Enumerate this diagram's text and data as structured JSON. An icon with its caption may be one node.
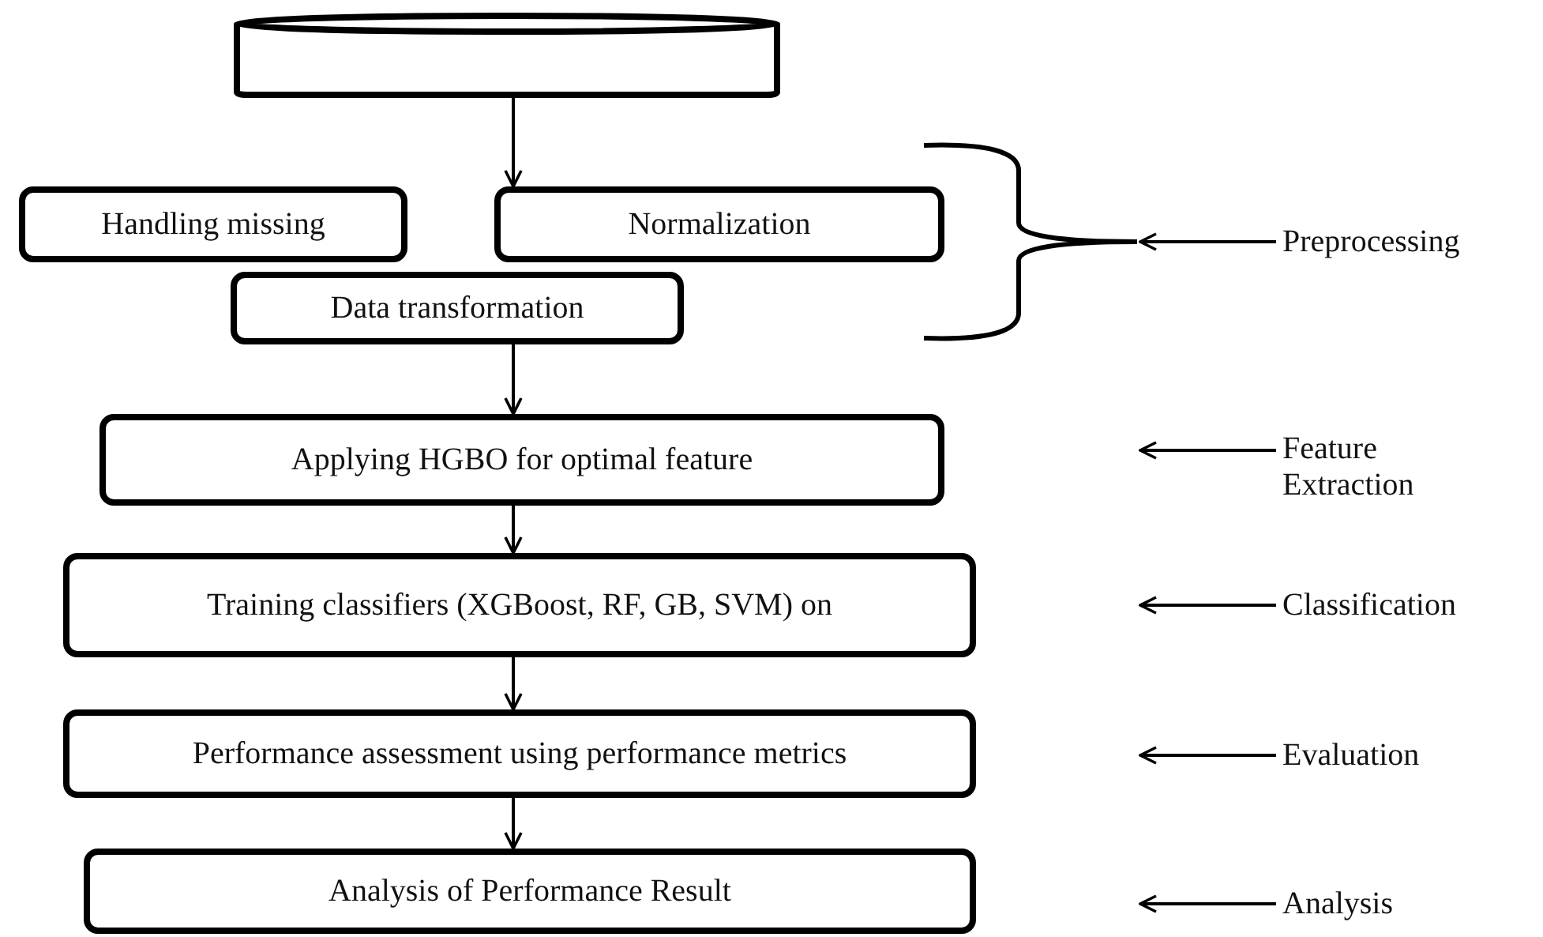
{
  "diagram": {
    "nodes": [
      {
        "text": [],
        "shape": "cylinder"
      },
      {
        "text": [
          "Handling missing"
        ]
      },
      {
        "text": [
          "Normalization"
        ]
      },
      {
        "text": [
          "Data transformation"
        ]
      },
      {
        "text": [
          "Applying HGBO for optimal feature"
        ]
      },
      {
        "text": [
          "Training classifiers (XGBoost, RF, GB, SVM) on"
        ]
      },
      {
        "text": [
          "Performance assessment using performance metrics"
        ]
      },
      {
        "text": [
          "Analysis of Performance Result"
        ]
      },
      {
        "text": [],
        "shape": "brace"
      },
      {
        "text": [
          "Preprocessing"
        ]
      },
      {
        "text": [
          "Feature Extraction"
        ]
      },
      {
        "text": [
          "Classification"
        ]
      },
      {
        "text": [
          "Evaluation"
        ]
      },
      {
        "text": [
          "Analysis"
        ]
      }
    ],
    "edges": [
      {
        "from": 0,
        "to": 2,
        "arrow": "to"
      },
      {
        "from": 3,
        "to": 4,
        "arrow": "to"
      },
      {
        "from": 4,
        "to": 5,
        "arrow": "to"
      },
      {
        "from": 5,
        "to": 6,
        "arrow": "to"
      },
      {
        "from": 6,
        "to": 7,
        "arrow": "to"
      },
      {
        "from": 9,
        "to": 8,
        "arrow": "to"
      },
      {
        "from": 10,
        "to": null,
        "arrow": "to"
      },
      {
        "from": 11,
        "to": null,
        "arrow": "to"
      },
      {
        "from": 12,
        "to": null,
        "arrow": "to"
      },
      {
        "from": 13,
        "to": null,
        "arrow": "to"
      }
    ]
  }
}
